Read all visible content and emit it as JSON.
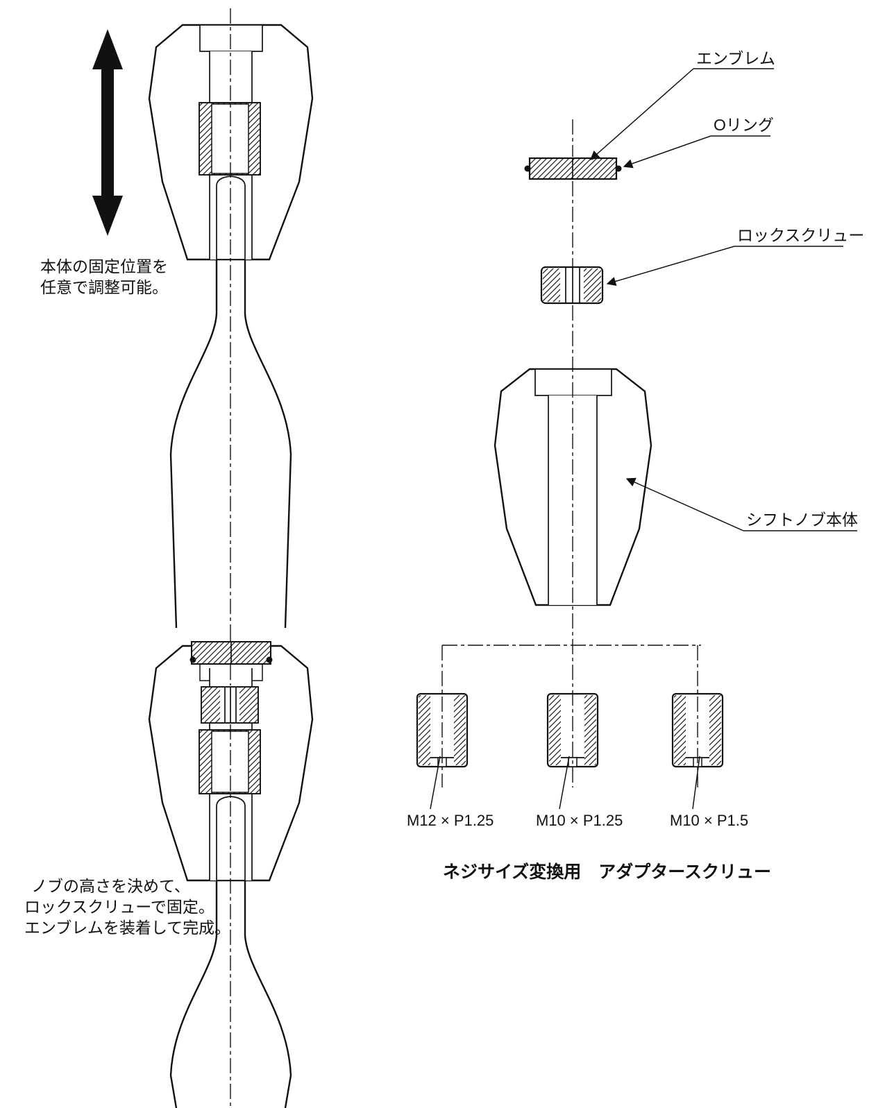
{
  "notes": {
    "adjust": [
      "本体の固定位置を",
      "任意で調整可能。"
    ],
    "assemble": [
      "ノブの高さを決めて、",
      "ロックスクリューで固定。",
      "エンブレムを装着して完成。"
    ]
  },
  "labels": {
    "emblem": "エンブレム",
    "o_ring": "Oリング",
    "lock_screw": "ロックスクリュー",
    "knob_body": "シフトノブ本体"
  },
  "adapters": {
    "sizes": [
      "M12 × P1.25",
      "M10 × P1.25",
      "M10 × P1.5"
    ],
    "caption": "ネジサイズ変換用　アダプタースクリュー"
  }
}
